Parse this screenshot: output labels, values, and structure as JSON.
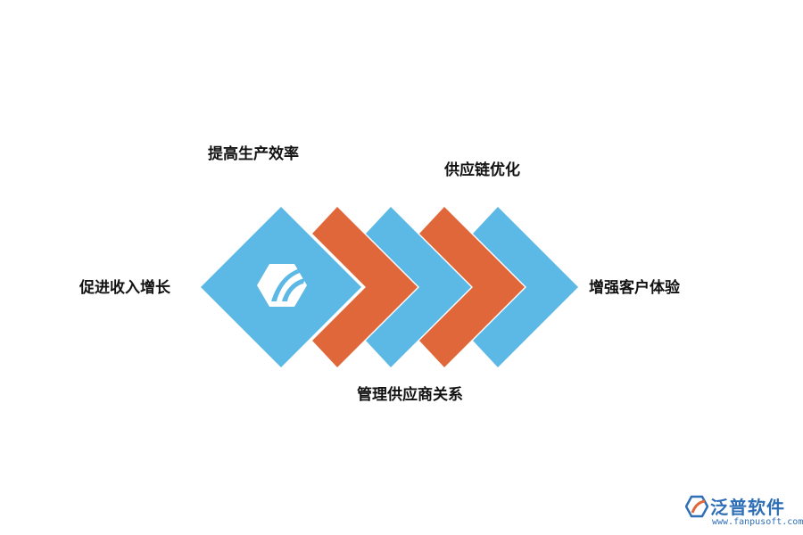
{
  "labels": {
    "top_left": "提高生产效率",
    "top_right": "供应链优化",
    "left": "促进收入增长",
    "right": "增强客户体验",
    "bottom": "管理供应商关系"
  },
  "colors": {
    "blue": "#5cb8e4",
    "orange": "#e0673a",
    "emblem": "#ffffff"
  },
  "icon": "hexagon-emblem-icon",
  "brand": {
    "name": "泛普软件",
    "url": "www.fanpusoft.com",
    "icon": "fanpu-logo-icon"
  }
}
